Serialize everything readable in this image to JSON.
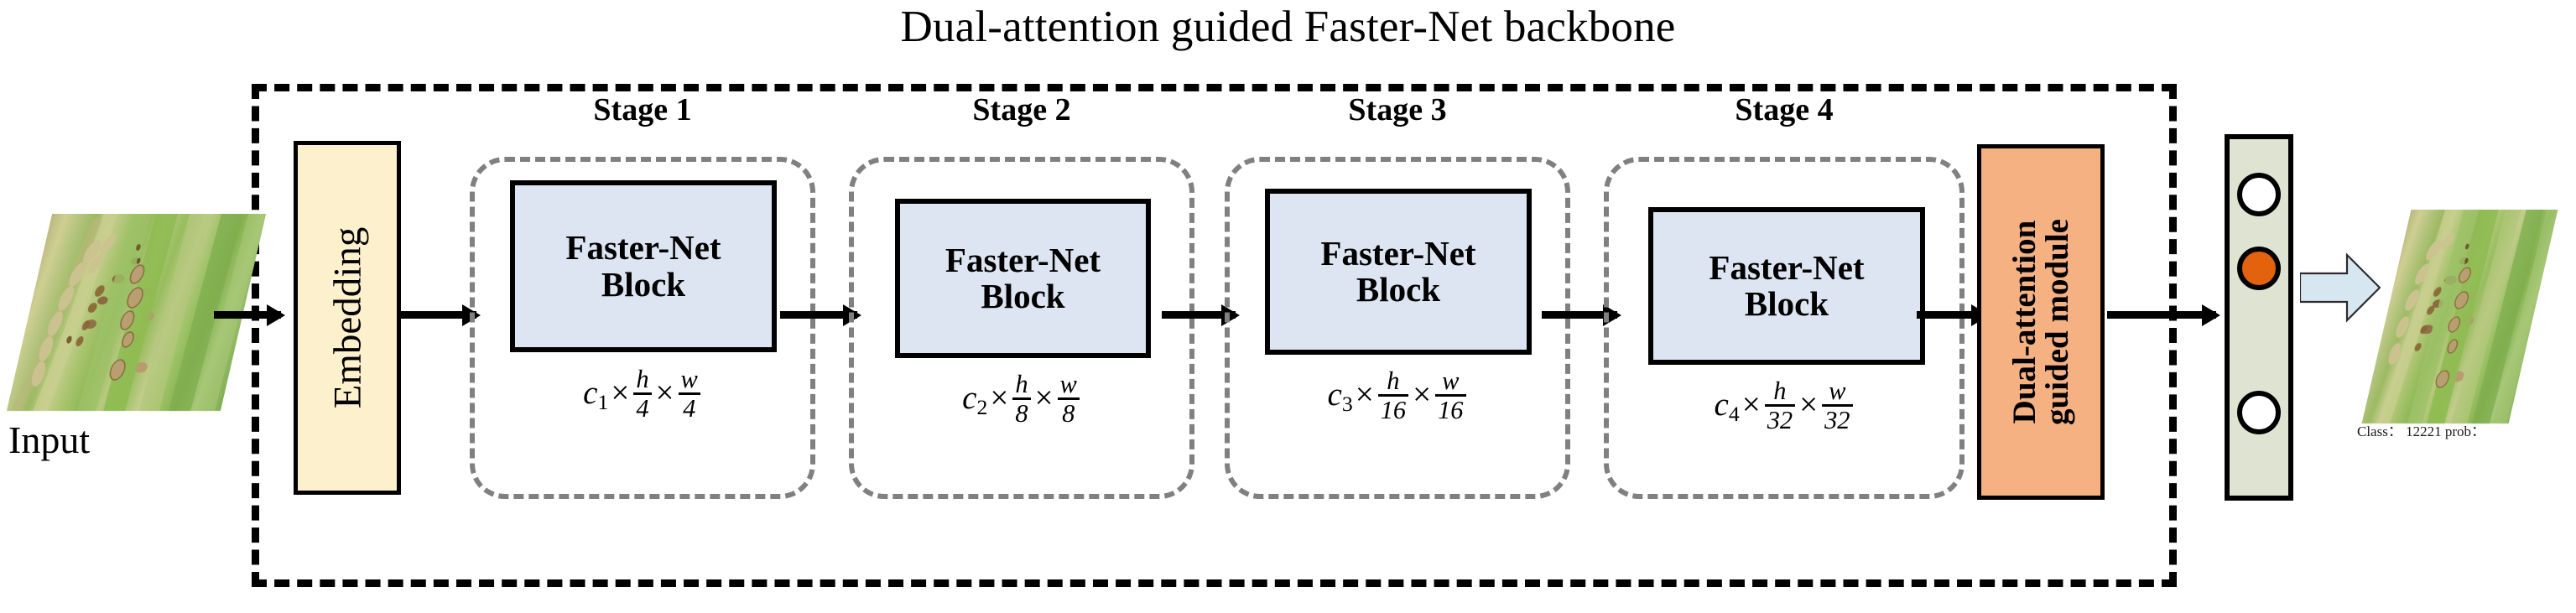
{
  "title": "Dual-attention guided Faster-Net backbone",
  "input": {
    "label": "Input",
    "image_alt": "rice-plant-leaf-with-brown-spot-lesions"
  },
  "embedding": {
    "label": "Embedding"
  },
  "stages": [
    {
      "title": "Stage 1",
      "block_line1": "Faster-Net",
      "block_line2": "Block",
      "channels": "c",
      "channel_index": "1",
      "shape_num_h": "h",
      "shape_den_h": "4",
      "shape_num_w": "w",
      "shape_den_w": "4"
    },
    {
      "title": "Stage 2",
      "block_line1": "Faster-Net",
      "block_line2": "Block",
      "channels": "c",
      "channel_index": "2",
      "shape_num_h": "h",
      "shape_den_h": "8",
      "shape_num_w": "w",
      "shape_den_w": "8"
    },
    {
      "title": "Stage 3",
      "block_line1": "Faster-Net",
      "block_line2": "Block",
      "channels": "c",
      "channel_index": "3",
      "shape_num_h": "h",
      "shape_den_h": "16",
      "shape_num_w": "w",
      "shape_den_w": "16"
    },
    {
      "title": "Stage 4",
      "block_line1": "Faster-Net",
      "block_line2": "Block",
      "channels": "c",
      "channel_index": "4",
      "shape_num_h": "h",
      "shape_den_h": "32",
      "shape_num_w": "w",
      "shape_den_w": "32"
    }
  ],
  "dual_attention": {
    "label_line1": "Dual-attention",
    "label_line2": "guided module"
  },
  "classifier": {
    "nodes": [
      {
        "name": "node-top",
        "state": "inactive"
      },
      {
        "name": "node-mid",
        "state": "active"
      },
      {
        "name": "node-bottom",
        "state": "inactive"
      }
    ]
  },
  "output": {
    "caption": "Class：  12221 prob：",
    "image_alt": "rice-plant-leaf-with-brown-spot-lesions"
  },
  "colors": {
    "embedding_fill": "#fdf0cd",
    "fasternet_fill": "#dce5f1",
    "dual_attention_fill": "#f6b183",
    "classifier_fill": "#dfe4d2",
    "active_node": "#e2620e",
    "stage_dash_border": "#808080",
    "backbone_frame_border": "#000000",
    "output_arrow_fill": "#d6e7f2"
  },
  "symbols": {
    "times": "×"
  }
}
